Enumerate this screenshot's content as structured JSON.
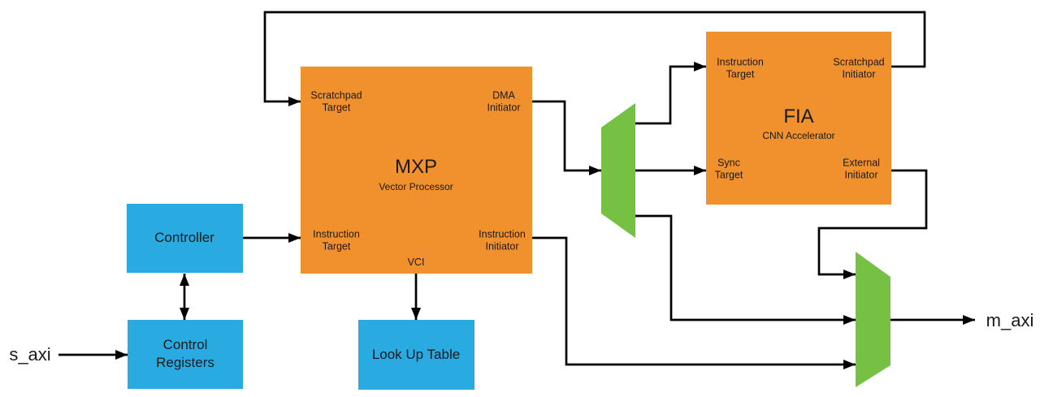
{
  "diagram": {
    "blocks": {
      "mxp": {
        "title": "MXP",
        "subtitle": "Vector Processor",
        "ports": {
          "scratchpad_target": "Scratchpad\nTarget",
          "dma_initiator": "DMA\nInitiator",
          "instruction_target": "Instruction\nTarget",
          "instruction_initiator": "Instruction\nInitiator",
          "vci": "VCI"
        }
      },
      "fia": {
        "title": "FIA",
        "subtitle": "CNN Accelerator",
        "ports": {
          "instruction_target": "Instruction\nTarget",
          "scratchpad_initiator": "Scratchpad\nInitiator",
          "sync_target": "Sync\nTarget",
          "external_initiator": "External\nInitiator"
        }
      },
      "controller": {
        "label": "Controller"
      },
      "control_registers": {
        "label": "Control\nRegisters"
      },
      "lookup_table": {
        "label": "Look Up Table"
      }
    },
    "external_ports": {
      "input": "s_axi",
      "output": "m_axi"
    },
    "colors": {
      "block_orange": "#F0912D",
      "block_blue": "#29ABE2",
      "mux_green": "#76C044",
      "line": "#000000",
      "background": "#FFFFFF"
    }
  }
}
